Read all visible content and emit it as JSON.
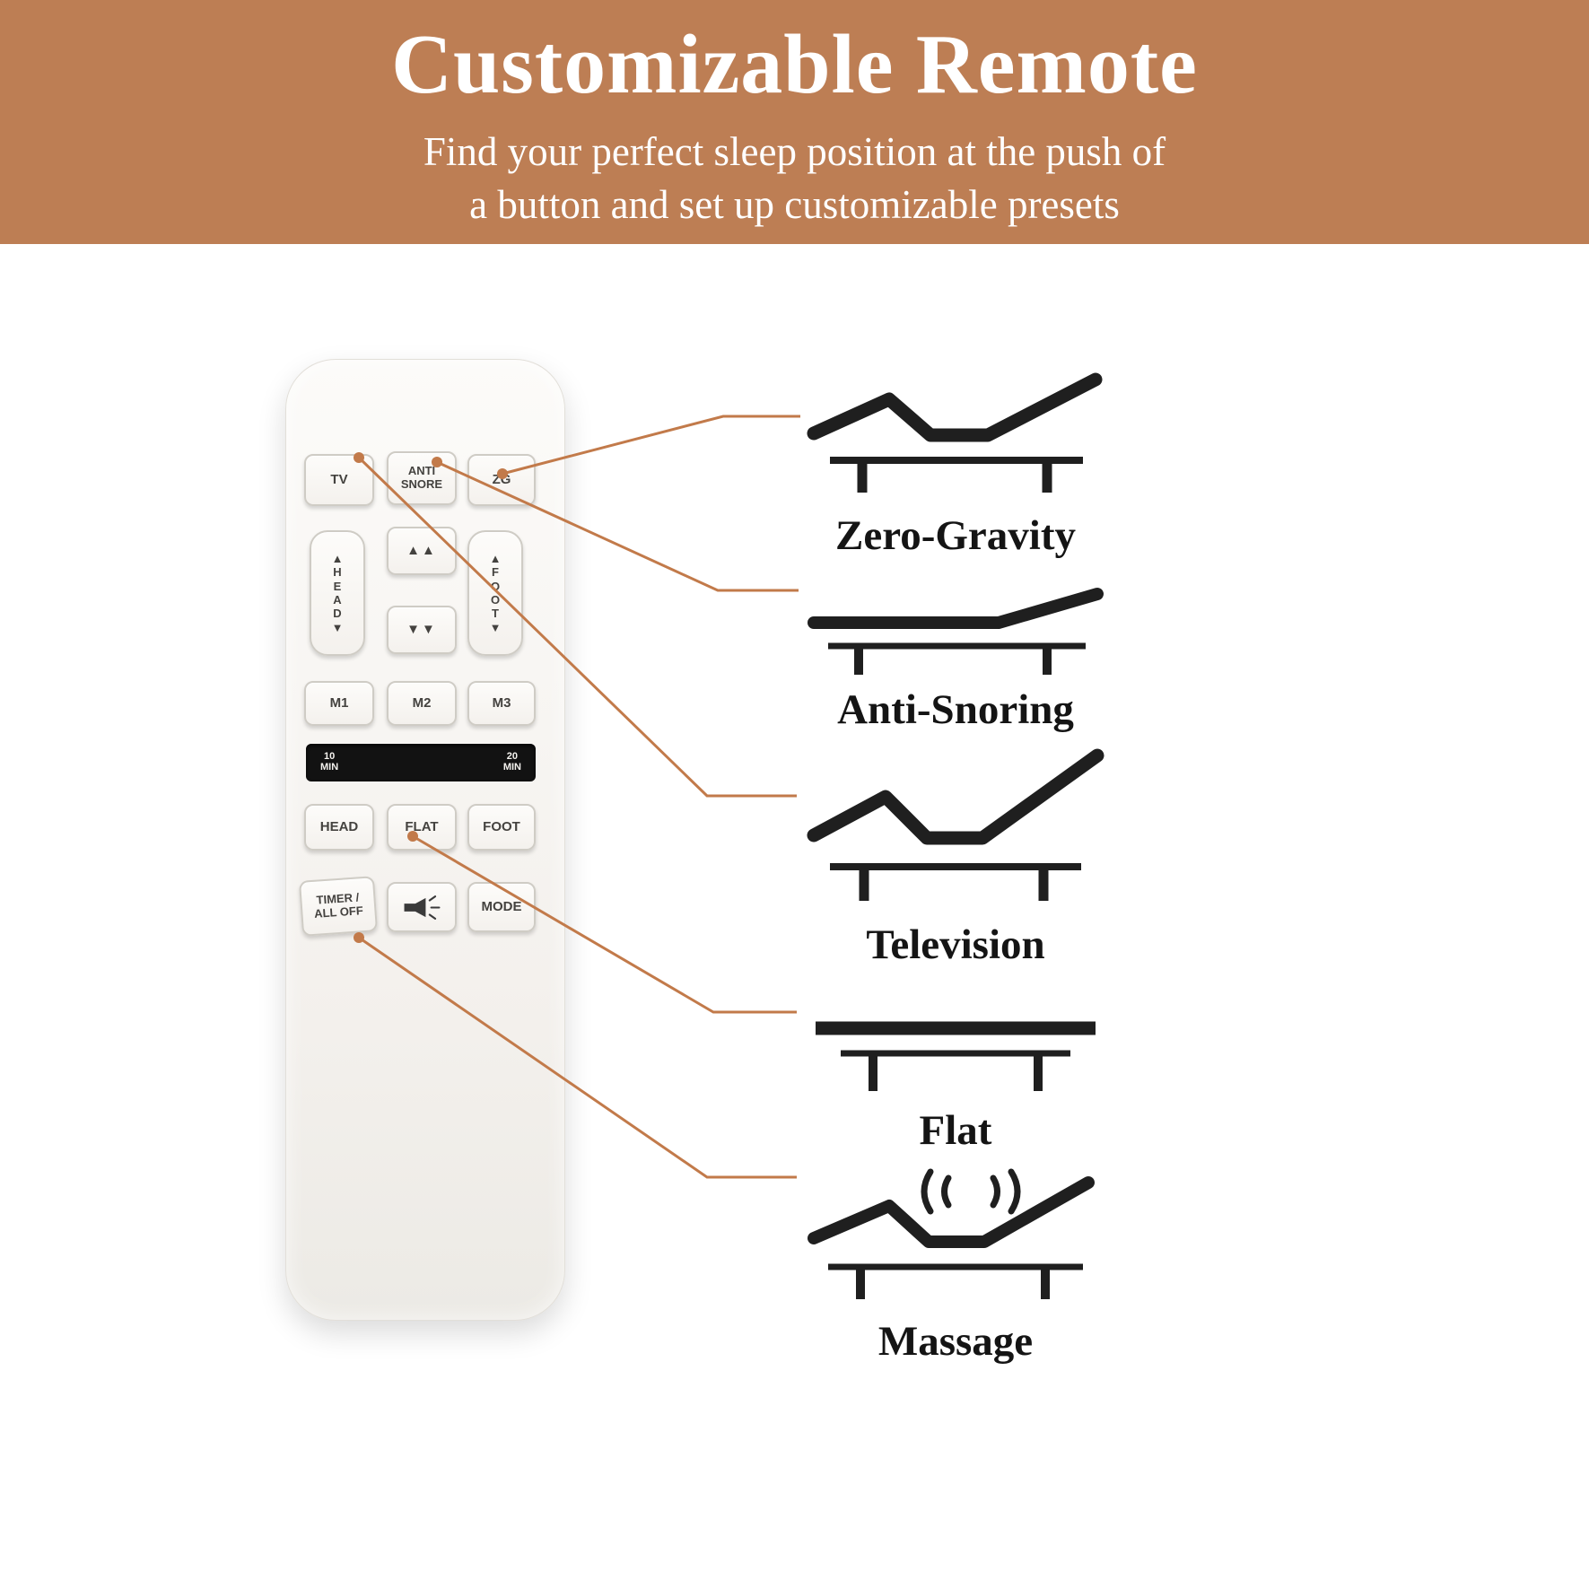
{
  "header": {
    "title": "Customizable Remote",
    "subtitle": "Find your perfect sleep position at the push of\na button and set up customizable presets"
  },
  "remote": {
    "buttons": {
      "tv": "TV",
      "anti_snore": "ANTI\nSNORE",
      "zg": "ZG",
      "head_vertical": "▲\nH\nE\nA\nD\n▼",
      "up_double": "▲▲",
      "foot_vertical": "▲\nF\nO\nO\nT\n▼",
      "down_double": "▼▼",
      "m1": "M1",
      "m2": "M2",
      "m3": "M3",
      "timer_left": "10\nMIN",
      "timer_right": "20\nMIN",
      "head": "HEAD",
      "flat": "FLAT",
      "foot": "FOOT",
      "timer_all_off": "TIMER /\nALL OFF",
      "flashlight": "flashlight-icon",
      "mode": "MODE"
    }
  },
  "positions": [
    {
      "label": "Zero-Gravity",
      "icon": "zero-gravity-bed-icon"
    },
    {
      "label": "Anti-Snoring",
      "icon": "anti-snoring-bed-icon"
    },
    {
      "label": "Television",
      "icon": "television-bed-icon"
    },
    {
      "label": "Flat",
      "icon": "flat-bed-icon"
    },
    {
      "label": "Massage",
      "icon": "massage-bed-icon"
    }
  ],
  "colors": {
    "banner_bg": "#bd7e54",
    "accent_line": "#c27a4a",
    "icon_color": "#1f1f1f"
  }
}
